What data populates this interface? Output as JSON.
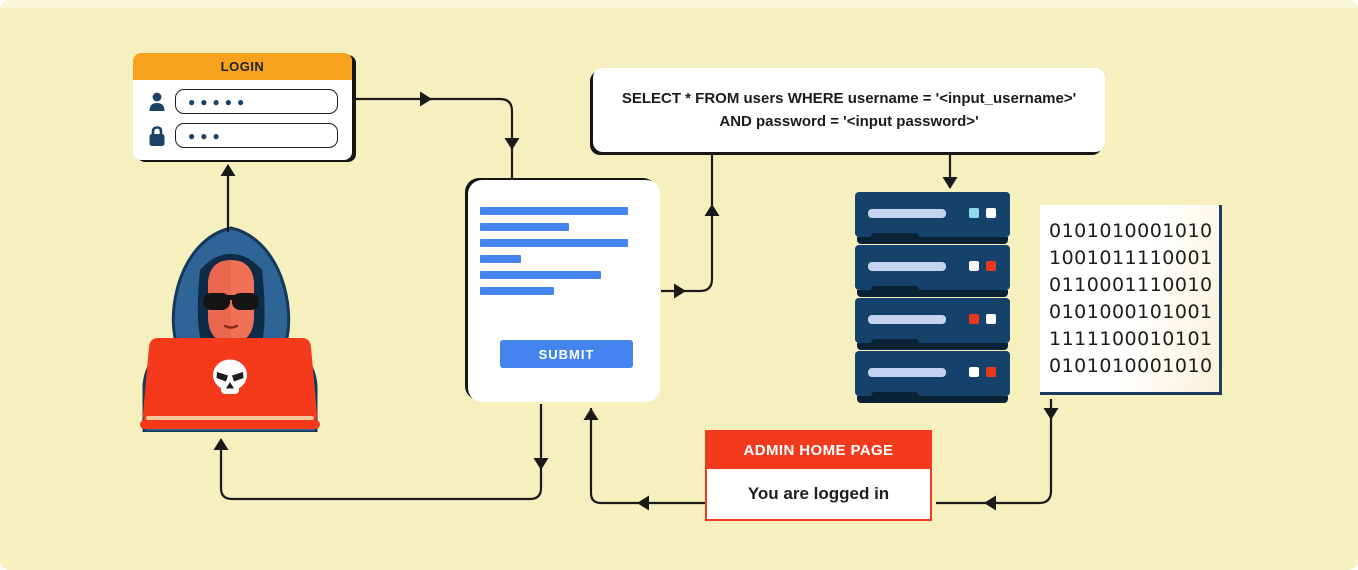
{
  "login": {
    "title": "LOGIN",
    "username_value": "●●●●●",
    "password_value": "●●●"
  },
  "form": {
    "submit_label": "SUBMIT"
  },
  "sql_box": {
    "line1": "SELECT * FROM users WHERE username = '<input_username>'",
    "line2": "AND password = '<input password>'"
  },
  "server": {
    "units": [
      {
        "lights": [
          "#8FD9EC",
          "#FFFFFF"
        ]
      },
      {
        "lights": [
          "#FFFFFF",
          "#E8391D"
        ]
      },
      {
        "lights": [
          "#E8391D",
          "#FFFFFF"
        ]
      },
      {
        "lights": [
          "#FFFFFF",
          "#E8391D"
        ]
      }
    ]
  },
  "binary": {
    "lines": [
      "0101010001010",
      "1001011110001",
      "0110001110010",
      "0101000101001",
      "1111100010101",
      "0101010001010"
    ]
  },
  "admin": {
    "header": "ADMIN HOME PAGE",
    "body": "You are logged in"
  },
  "colors": {
    "background": "#F6F0BF",
    "accent_orange": "#F6A21E",
    "accent_red": "#F23A1C",
    "accent_blue": "#4484EF",
    "navy": "#15426B",
    "line": "#1A1A1A"
  }
}
